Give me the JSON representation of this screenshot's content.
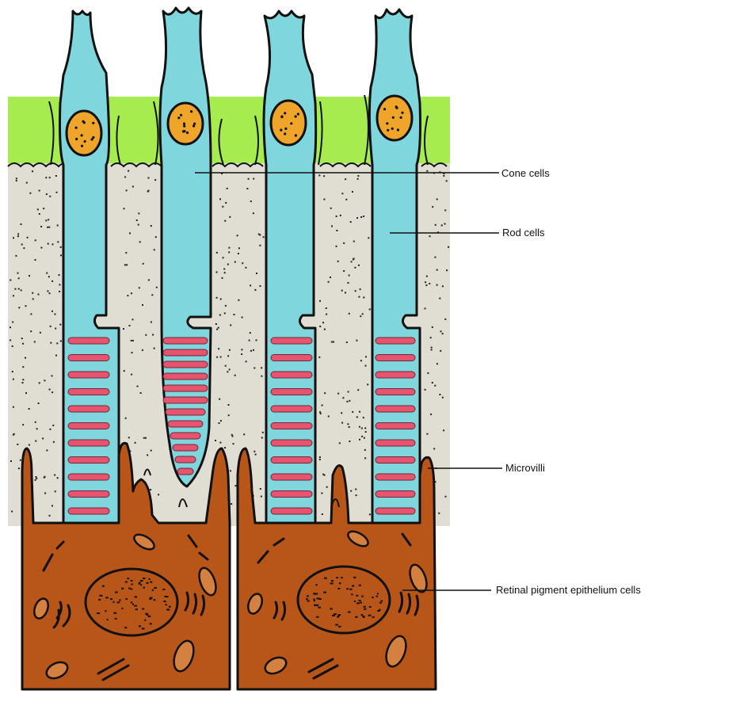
{
  "labels": {
    "cone_cells": "Cone cells",
    "rod_cells": "Rod cells",
    "microvilli": "Microvilli",
    "rpe_cells": "Retinal pigment epithelium cells"
  },
  "colors": {
    "outer_segment_background": "#e0ded3",
    "nuclear_layer": "#a6ec4e",
    "photoreceptor": "#7fd7dd",
    "nucleus": "#eea52a",
    "disc": "#e8546f",
    "epithelium": "#b8561a",
    "outline": "#111111"
  }
}
